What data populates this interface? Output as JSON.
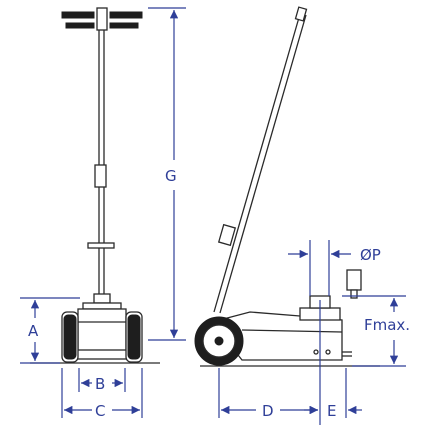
{
  "labels": {
    "A": "A",
    "B": "B",
    "C": "C",
    "D": "D",
    "E": "E",
    "G": "G",
    "P": "ØP",
    "Fmax": "Fmax."
  },
  "colors": {
    "dimension": "#2f3f98",
    "outline": "#2a2a2a"
  }
}
